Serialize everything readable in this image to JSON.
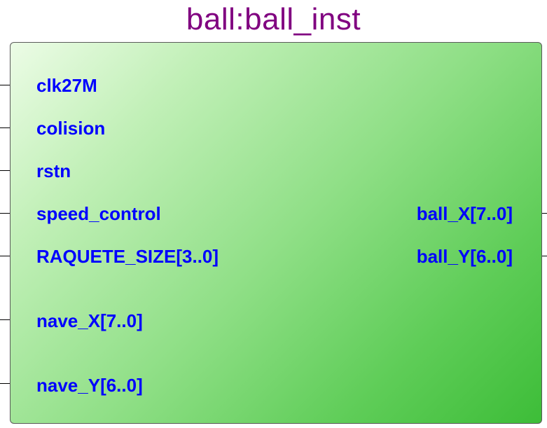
{
  "block": {
    "title": "ball:ball_inst",
    "inputs": [
      {
        "name": "clk27M"
      },
      {
        "name": "colision"
      },
      {
        "name": "rstn"
      },
      {
        "name": "speed_control"
      },
      {
        "name": "RAQUETE_SIZE[3..0]"
      },
      {
        "name": "nave_X[7..0]"
      },
      {
        "name": "nave_Y[6..0]"
      }
    ],
    "outputs": [
      {
        "name": "ball_X[7..0]"
      },
      {
        "name": "ball_Y[6..0]"
      }
    ]
  },
  "colors": {
    "title": "#800080",
    "port_label": "#0000ff",
    "block_gradient_start": "#ecfce6",
    "block_gradient_end": "#3dbd38",
    "border": "#5a5a5a"
  }
}
